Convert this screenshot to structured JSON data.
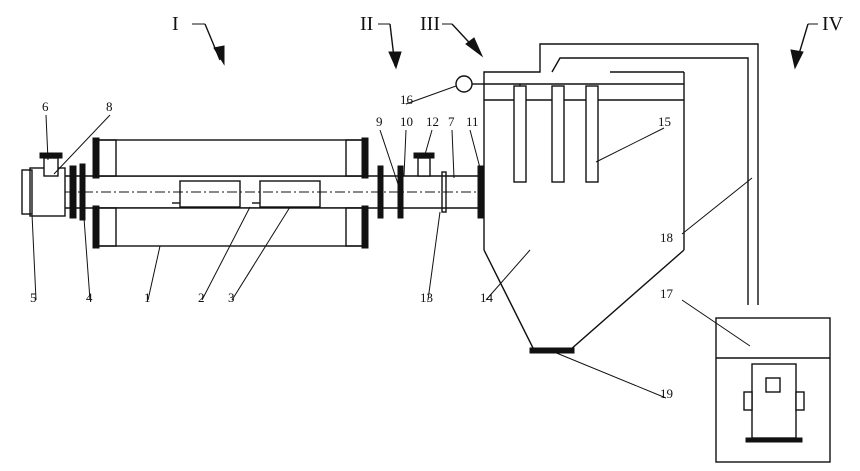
{
  "sections": [
    "I",
    "II",
    "III",
    "IV"
  ],
  "labels": [
    "1",
    "2",
    "3",
    "4",
    "5",
    "6",
    "7",
    "8",
    "9",
    "10",
    "11",
    "12",
    "13",
    "14",
    "15",
    "16",
    "17",
    "18",
    "19"
  ]
}
